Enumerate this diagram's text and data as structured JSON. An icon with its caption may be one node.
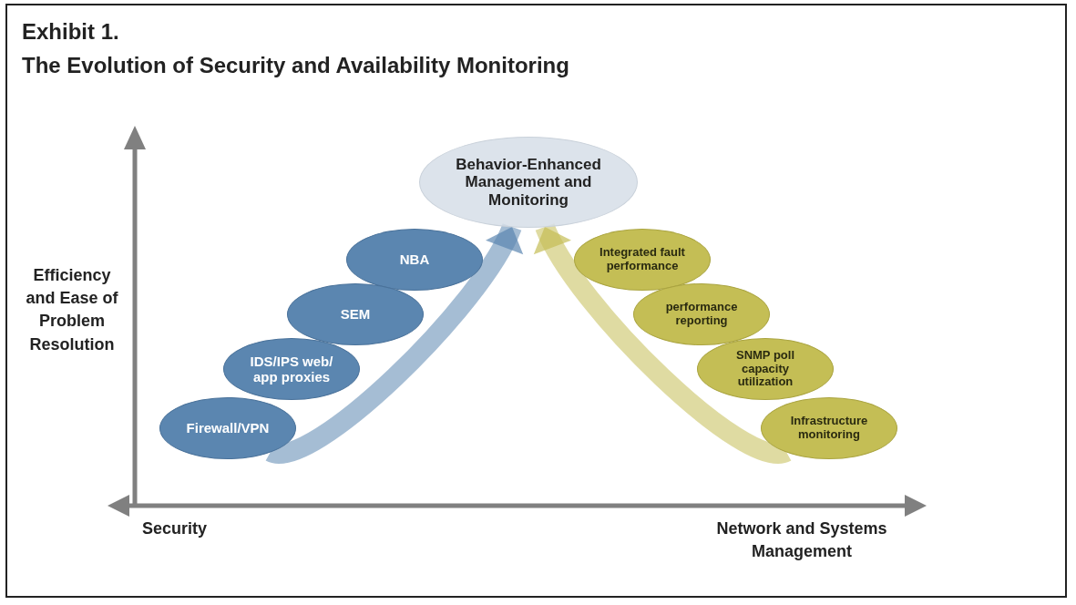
{
  "diagram": {
    "title": "The Evolution of Security and Availability Monitoring",
    "nodes": [
      {
        "text": [
          "Behavior-Enhanced Management and Monitoring"
        ]
      },
      {
        "text": [
          "NBA"
        ]
      },
      {
        "text": [
          "SEM"
        ]
      },
      {
        "text": [
          "IDS/IPS web/ app proxies"
        ]
      },
      {
        "text": [
          "Firewall/VPN"
        ]
      },
      {
        "text": [
          "Integrated fault performance"
        ]
      },
      {
        "text": [
          "performance reporting"
        ]
      },
      {
        "text": [
          "SNMP poll capacity utilization"
        ]
      },
      {
        "text": [
          "Infrastructure monitoring"
        ]
      }
    ],
    "edges": [
      {
        "from": 4,
        "to": 0,
        "arrow": "to",
        "color": "#5b86b0"
      },
      {
        "from": 8,
        "to": 0,
        "arrow": "to",
        "color": "#c4be55"
      }
    ],
    "labels": [
      "Exhibit 1.",
      "Efficiency and Ease of Problem Resolution",
      "Security",
      "Network and Systems Management"
    ]
  }
}
